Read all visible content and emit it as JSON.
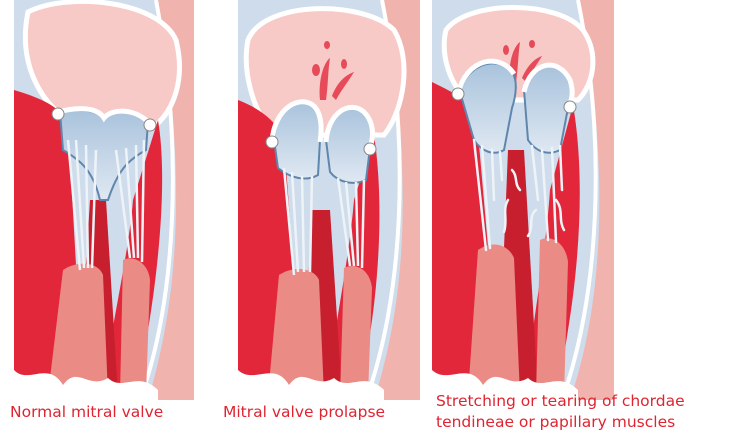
{
  "captions": {
    "normal": "Normal mitral valve",
    "prolapse": "Mitral valve prolapse",
    "rupture_line1": "Stretching or tearing of chordae",
    "rupture_line2": "tendineae or papillary muscles"
  },
  "colors": {
    "caption": "#e02431",
    "muscle": "#e3273a",
    "muscle_dark": "#c81f2f",
    "atrium": "#f7c9c7",
    "pericardium": "#f0b3ad",
    "papillary": "#ea8b85",
    "valve_blue": "#7a9fc4",
    "chordae": "#e8eef5",
    "regurgitation": "#e74b5a",
    "backdrop": "#c9d8e8"
  },
  "icons": {
    "normal": "normal-mitral-valve-illustration",
    "prolapse": "mitral-valve-prolapse-illustration",
    "rupture": "ruptured-chordae-illustration"
  }
}
